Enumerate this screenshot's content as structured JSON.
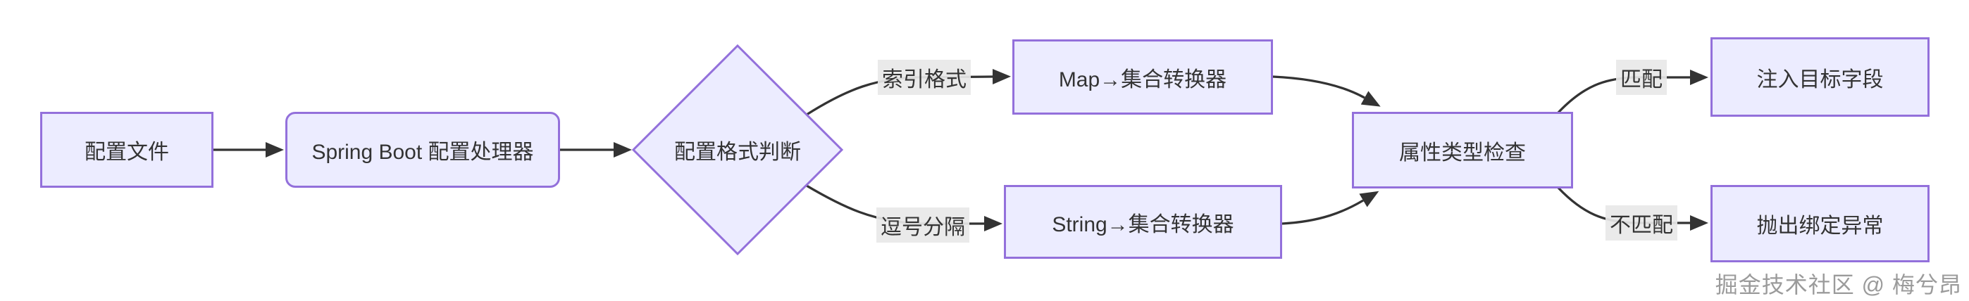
{
  "diagram": {
    "type": "flowchart",
    "direction": "LR",
    "nodes": {
      "config_file": {
        "label": "配置文件",
        "shape": "rect"
      },
      "processor": {
        "label": "Spring Boot 配置处理器",
        "shape": "rounded-rect"
      },
      "decision": {
        "label": "配置格式判断",
        "shape": "diamond"
      },
      "map_converter": {
        "label": "Map→集合转换器",
        "shape": "rect"
      },
      "string_converter": {
        "label": "String→集合转换器",
        "shape": "rect"
      },
      "type_check": {
        "label": "属性类型检查",
        "shape": "rect"
      },
      "inject_field": {
        "label": "注入目标字段",
        "shape": "rect"
      },
      "throw_exception": {
        "label": "抛出绑定异常",
        "shape": "rect"
      }
    },
    "edges": [
      {
        "from": "配置文件",
        "to": "Spring Boot 配置处理器",
        "label": ""
      },
      {
        "from": "Spring Boot 配置处理器",
        "to": "配置格式判断",
        "label": ""
      },
      {
        "from": "配置格式判断",
        "to": "Map→集合转换器",
        "label": "索引格式"
      },
      {
        "from": "配置格式判断",
        "to": "String→集合转换器",
        "label": "逗号分隔"
      },
      {
        "from": "Map→集合转换器",
        "to": "属性类型检查",
        "label": ""
      },
      {
        "from": "String→集合转换器",
        "to": "属性类型检查",
        "label": ""
      },
      {
        "from": "属性类型检查",
        "to": "注入目标字段",
        "label": "匹配"
      },
      {
        "from": "属性类型检查",
        "to": "抛出绑定异常",
        "label": "不匹配"
      }
    ],
    "colors": {
      "node_fill": "#ECECFF",
      "node_border": "#9370DB",
      "edge": "#333333",
      "edge_label_bg": "#E8E8E8",
      "text": "#333333"
    },
    "watermark": "掘金技术社区 @ 梅兮昂"
  }
}
